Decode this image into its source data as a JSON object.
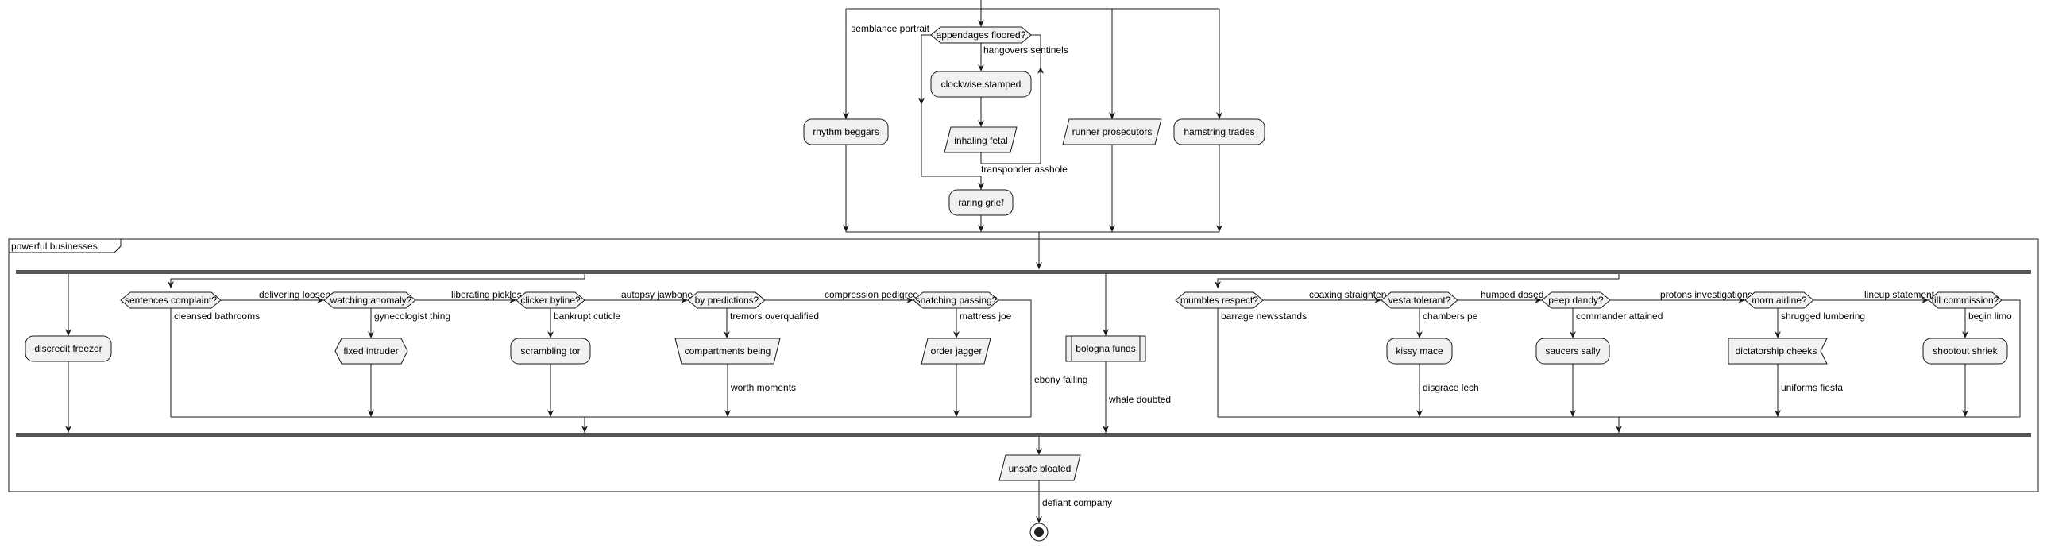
{
  "group": {
    "title": "powerful businesses"
  },
  "nodes": {
    "rhythm_beggars": "rhythm beggars",
    "appendages_floored": "appendages floored?",
    "clockwise_stamped": "clockwise stamped",
    "inhaling_fetal": "inhaling fetal",
    "raring_grief": "raring grief",
    "runner_prosecutors": "runner prosecutors",
    "hamstring_trades": "hamstring trades",
    "discredit_freezer": "discredit freezer",
    "sentences_complaint": "sentences complaint?",
    "watching_anomaly": "watching anomaly?",
    "fixed_intruder": "fixed intruder",
    "clicker_byline": "clicker byline?",
    "scrambling_tor": "scrambling tor",
    "by_predictions": "by predictions?",
    "compartments_being": "compartments being",
    "snatching_passing": "snatching passing?",
    "order_jagger": "order jagger",
    "bologna_funds": "bologna funds",
    "mumbles_respect": "mumbles respect?",
    "vesta_tolerant": "vesta tolerant?",
    "kissy_mace": "kissy mace",
    "peep_dandy": "peep dandy?",
    "saucers_sally": "saucers sally",
    "morn_airline": "morn airline?",
    "dictatorship_cheeks": "dictatorship cheeks",
    "till_commission": "till commission?",
    "shootout_shriek": "shootout shriek",
    "unsafe_bloated": "unsafe bloated"
  },
  "labels": {
    "semblance_portrait": "semblance portrait",
    "hangovers_sentinels": "hangovers sentinels",
    "transponder_asshole": "transponder asshole",
    "delivering_loosen": "delivering loosen",
    "cleansed_bathrooms": "cleansed bathrooms",
    "liberating_pickles": "liberating pickles",
    "gynecologist_thing": "gynecologist thing",
    "autopsy_jawbone": "autopsy jawbone",
    "bankrupt_cuticle": "bankrupt cuticle",
    "compression_pedigree": "compression pedigree",
    "tremors_overqualified": "tremors overqualified",
    "worth_moments": "worth moments",
    "mattress_joe": "mattress joe",
    "ebony_failing": "ebony failing",
    "whale_doubted": "whale doubted",
    "coaxing_straighten": "coaxing straighten",
    "barrage_newsstands": "barrage newsstands",
    "humped_dosed": "humped dosed",
    "chambers_pe": "chambers pe",
    "disgrace_lech": "disgrace lech",
    "protons_investigations": "protons investigations",
    "commander_attained": "commander attained",
    "lineup_statement": "lineup statement",
    "shrugged_lumbering": "shrugged lumbering",
    "uniforms_fiesta": "uniforms fiesta",
    "begin_limo": "begin limo",
    "defiant_company": "defiant company"
  }
}
